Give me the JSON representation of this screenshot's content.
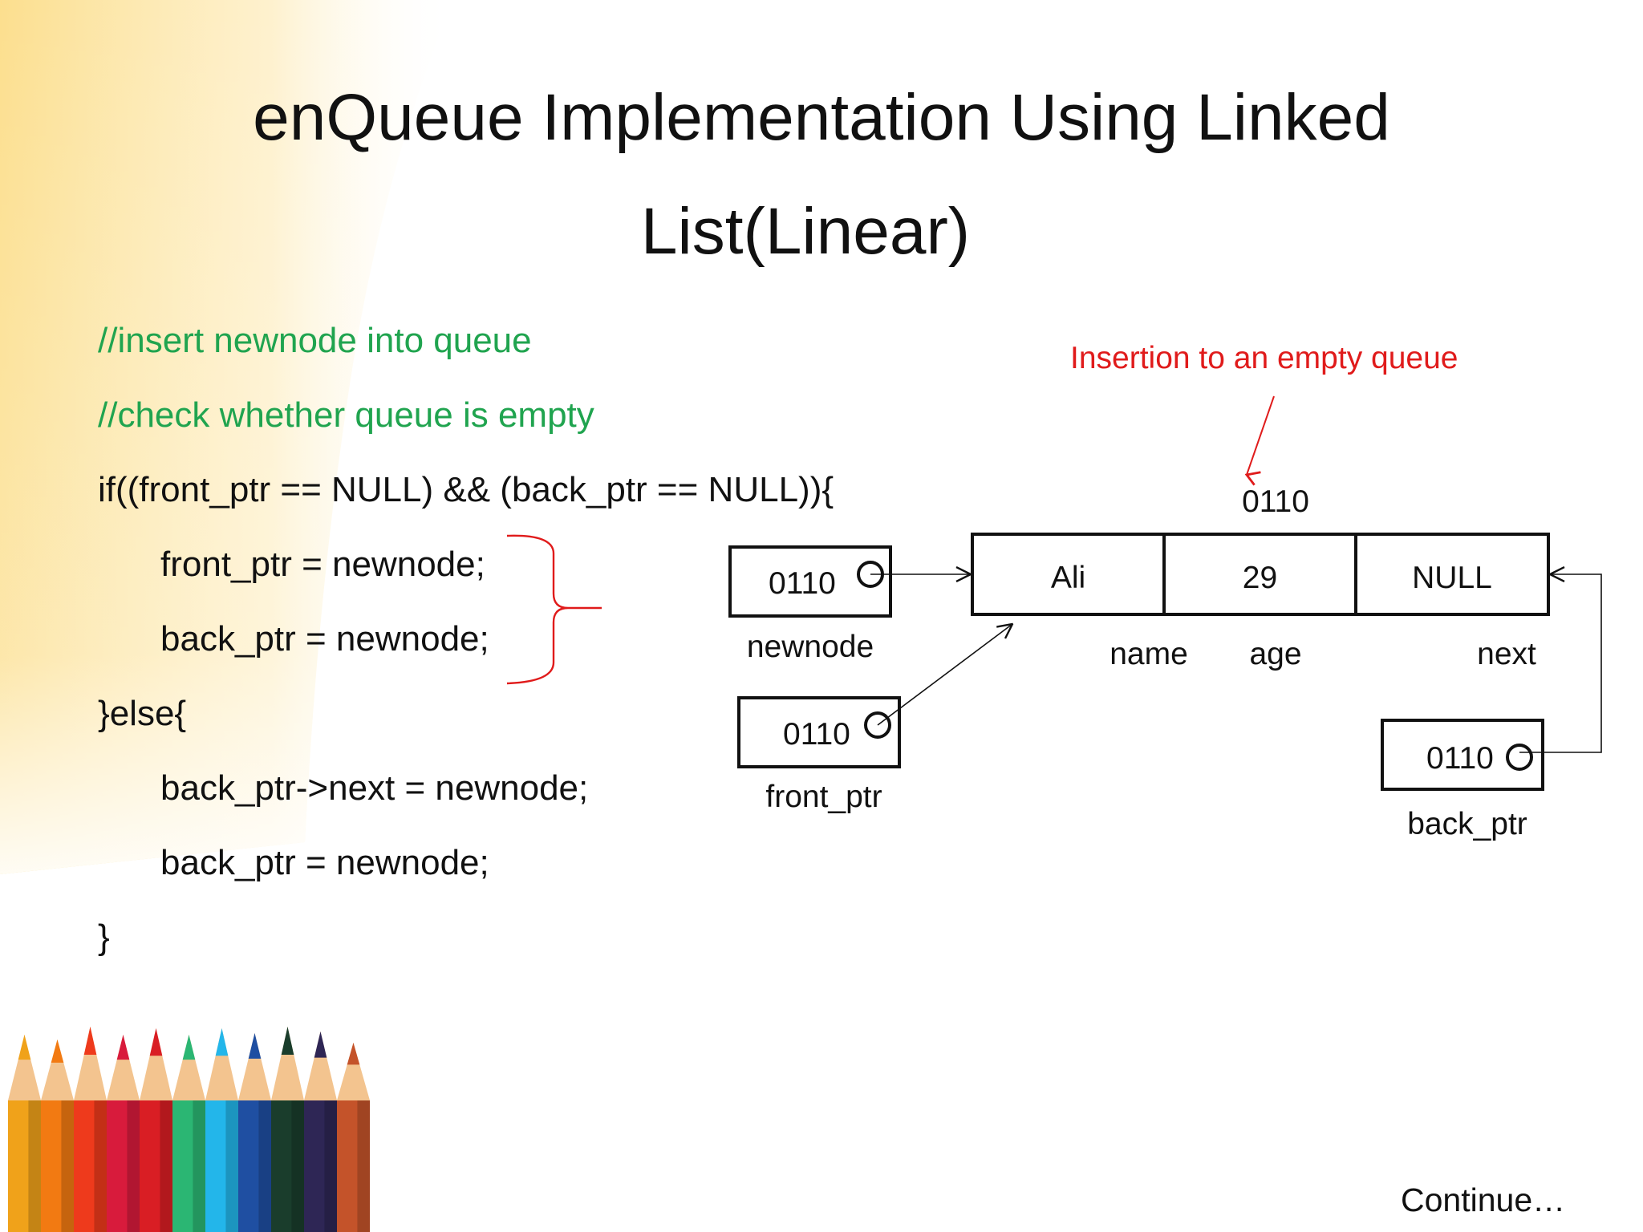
{
  "slide": {
    "title_line1": "enQueue Implementation Using Linked",
    "title_line2": "List(Linear)",
    "footer": "Continue…"
  },
  "code": {
    "comment1": "//insert newnode into queue",
    "comment2": "//check whether queue is empty",
    "line_if": "if((front_ptr == NULL) && (back_ptr == NULL)){",
    "line_front_assign": "front_ptr = newnode;",
    "line_back_assign": "back_ptr = newnode;",
    "line_else": "}else{",
    "line_next_assign": "back_ptr->next = newnode;",
    "line_back_assign2": "back_ptr = newnode;",
    "line_close": "}"
  },
  "diagram": {
    "annotation": "Insertion to an empty queue",
    "node_address": "0110",
    "node": {
      "fields": [
        {
          "value": "Ali",
          "label": "name"
        },
        {
          "value": "29",
          "label": "age"
        },
        {
          "value": "NULL",
          "label": "next"
        }
      ]
    },
    "pointers": {
      "newnode": {
        "value": "0110",
        "label": "newnode"
      },
      "front_ptr": {
        "value": "0110",
        "label": "front_ptr"
      },
      "back_ptr": {
        "value": "0110",
        "label": "back_ptr"
      }
    }
  },
  "colors": {
    "comment": "#20a44f",
    "annotation": "#e01b1b",
    "text": "#111111",
    "decor_yellow": "#fbd97a"
  },
  "decor": {
    "pencil_colors": [
      "#f0a21a",
      "#f27a12",
      "#ee3a1c",
      "#d81b3c",
      "#d91e24",
      "#2bb673",
      "#23b6ea",
      "#1f4fa2",
      "#1a3d2c",
      "#2e2655",
      "#c4532a"
    ]
  }
}
